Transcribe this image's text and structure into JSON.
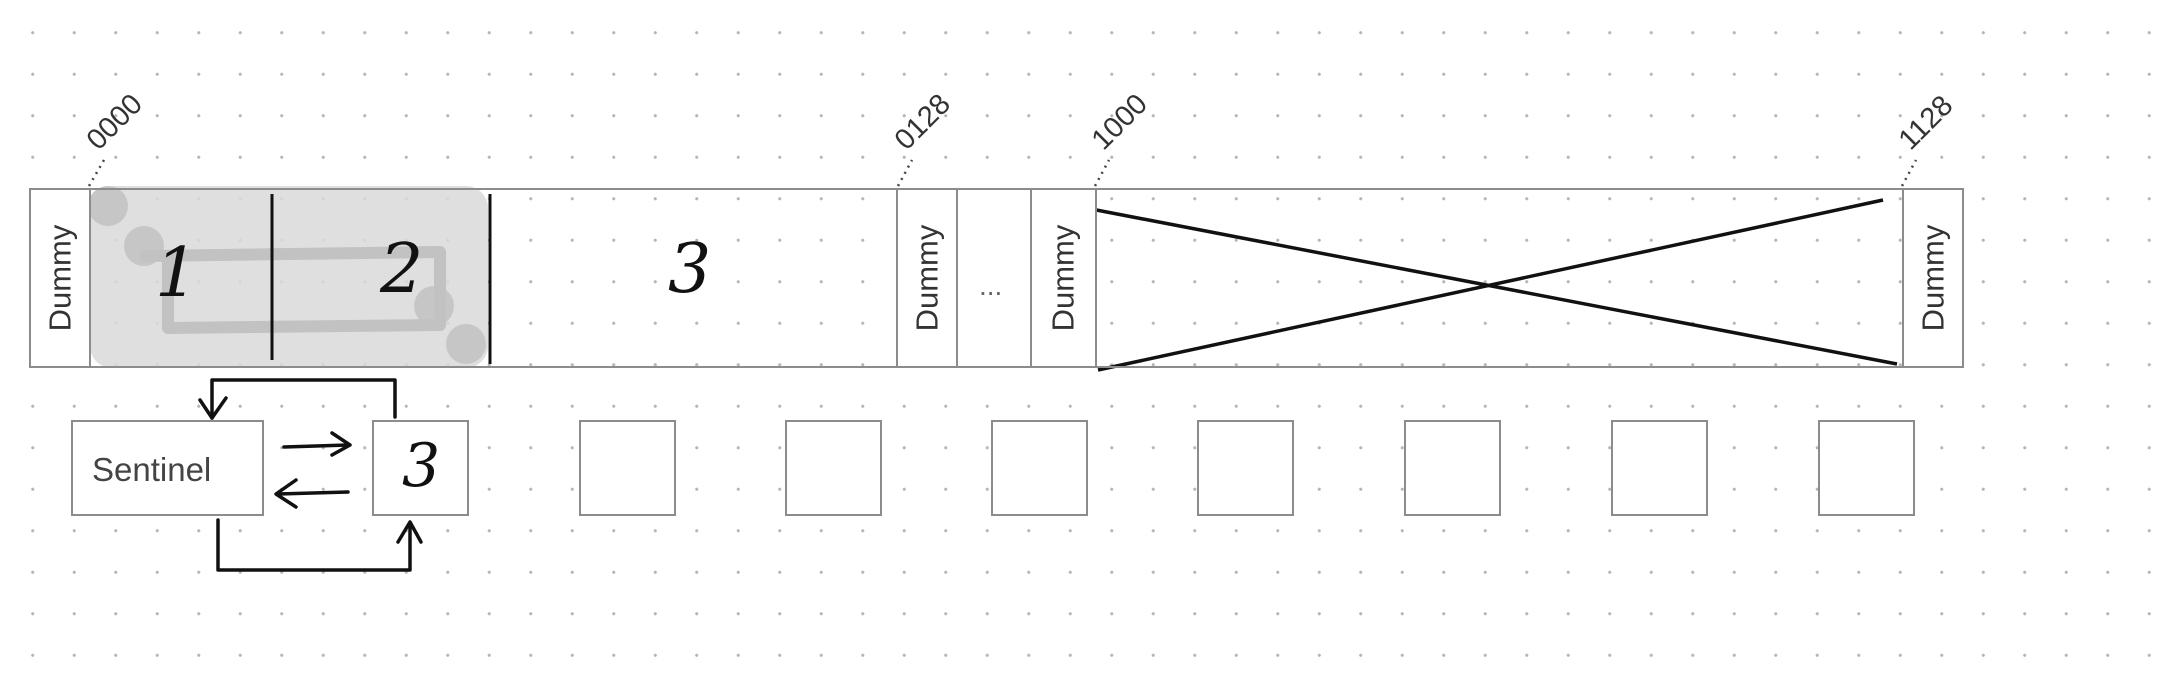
{
  "addresses": {
    "a0000": "0000",
    "a0128": "0128",
    "a1000": "1000",
    "a1128": "1128"
  },
  "memory_row": {
    "dummy_label": "Dummy",
    "cell_1": "1",
    "cell_2": "2",
    "cell_3": "3",
    "ellipsis": "..."
  },
  "free_list": {
    "sentinel_label": "Sentinel",
    "node_value": "3"
  },
  "colors": {
    "border": "#8c8c8c",
    "highlight": "#d9d9d9",
    "stroke": "#111111"
  }
}
